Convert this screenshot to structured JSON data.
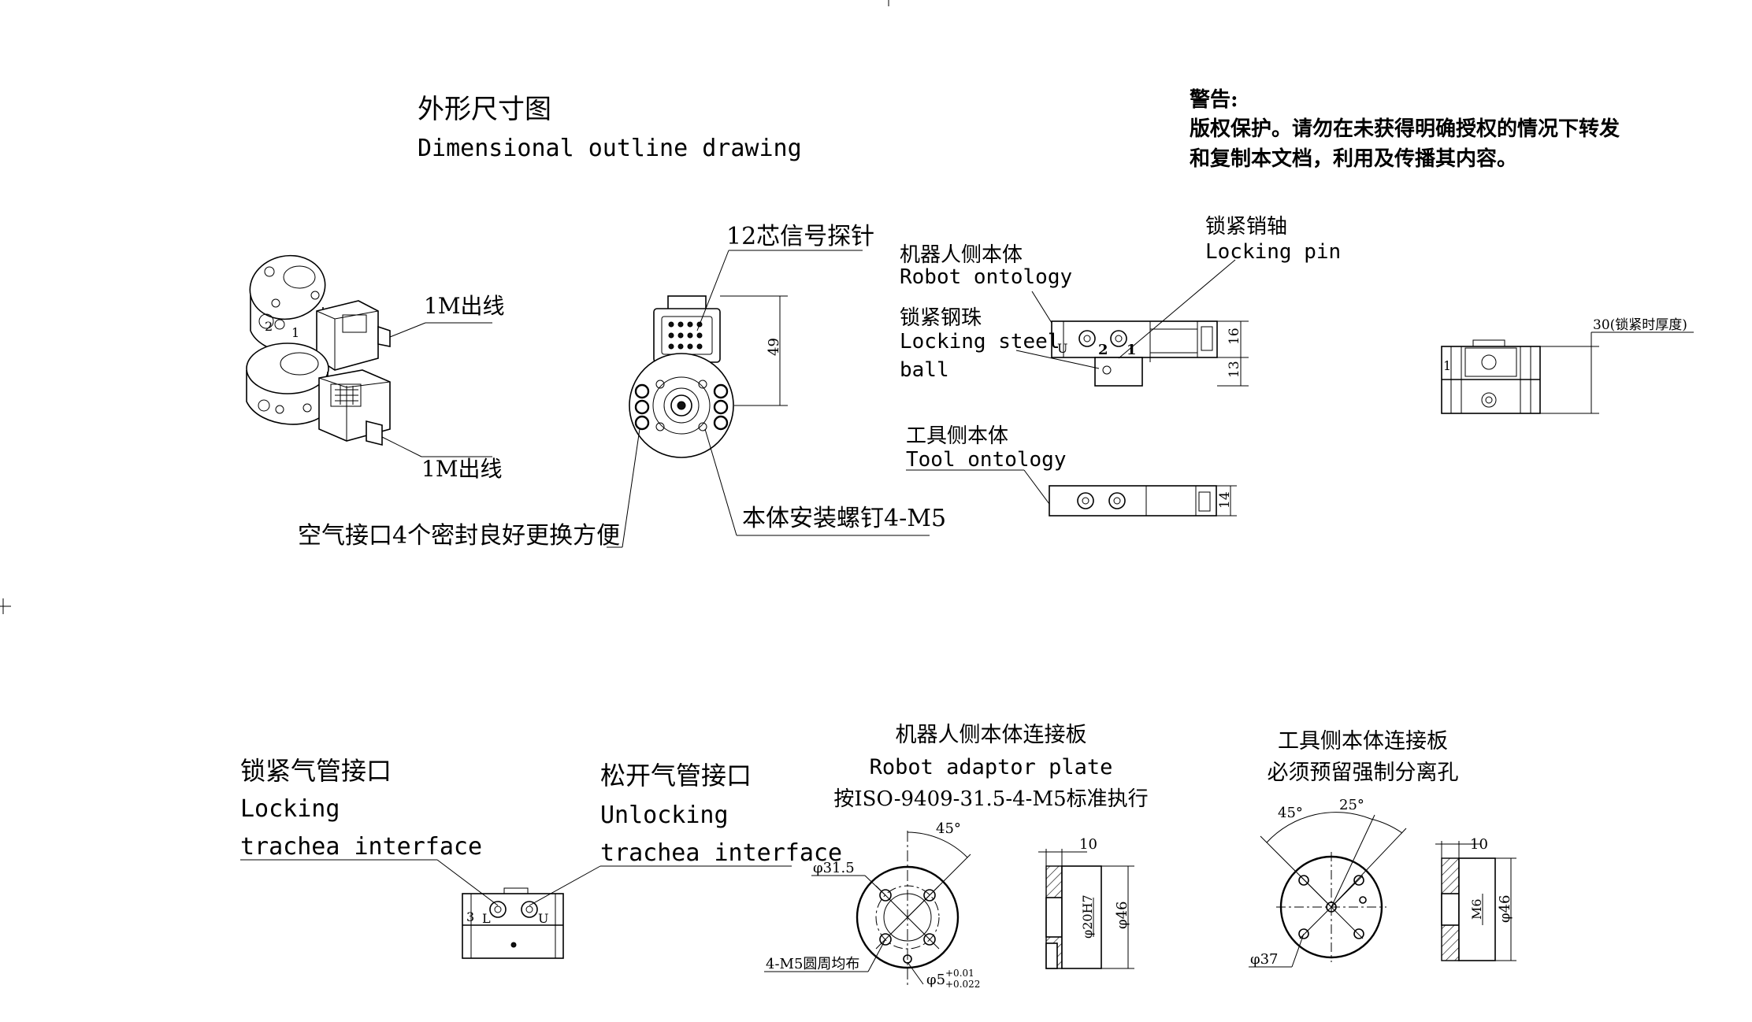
{
  "title": {
    "zh": "外形尺寸图",
    "en": "Dimensional outline drawing"
  },
  "warning": {
    "heading": "警告:",
    "line1": "版权保护。请勿在未获得明确授权的情况下转发",
    "line2": "和复制本文档，利用及传播其内容。"
  },
  "iso_view": {
    "cable_top": "1M出线",
    "cable_bottom": "1M出线",
    "port_label_2": "2",
    "port_label_1": "1"
  },
  "front_view": {
    "probe_label": "12芯信号探针",
    "dim_height": "49",
    "screws_label": "本体安装螺钉4-M5",
    "air_label": "空气接口4个密封良好更换方便"
  },
  "side_view": {
    "locking_pin_zh": "锁紧销轴",
    "locking_pin_en": "Locking pin",
    "robot_zh": "机器人侧本体",
    "robot_en": "Robot ontology",
    "ball_zh": "锁紧钢珠",
    "ball_en1": "Locking steel",
    "ball_en2": "ball",
    "dim_16": "16",
    "dim_13": "13",
    "mark_u": "U",
    "mark_2": "2",
    "mark_1": "1",
    "tool_zh": "工具侧本体",
    "tool_en": "Tool ontology",
    "dim_14": "14"
  },
  "locked_view": {
    "thickness_label": "30(锁紧时厚度)",
    "mark_1": "1"
  },
  "air_view": {
    "lock_zh": "锁紧气管接口",
    "lock_en1": "Locking",
    "lock_en2": "trachea interface",
    "unlock_zh": "松开气管接口",
    "unlock_en1": "Unlocking",
    "unlock_en2": "trachea interface",
    "mark_3": "3",
    "mark_l": "L",
    "mark_u": "U"
  },
  "robot_plate": {
    "title_zh": "机器人侧本体连接板",
    "title_en": "Robot adaptor plate",
    "standard": "按ISO-9409-31.5-4-M5标准执行",
    "angle": "45°",
    "pcd": "φ31.5",
    "holes": "4-M5圆周均布",
    "pin": "φ5",
    "tol_upper": "+0.01",
    "tol_lower": "+0.022",
    "dim_10": "10",
    "bore": "φ20H7",
    "outer": "φ46"
  },
  "tool_plate": {
    "title_zh": "工具侧本体连接板",
    "subtitle_zh": "必须预留强制分离孔",
    "angle_45": "45°",
    "angle_25": "25°",
    "pcd": "φ37",
    "dim_10": "10",
    "thread": "M6",
    "outer": "φ46"
  }
}
